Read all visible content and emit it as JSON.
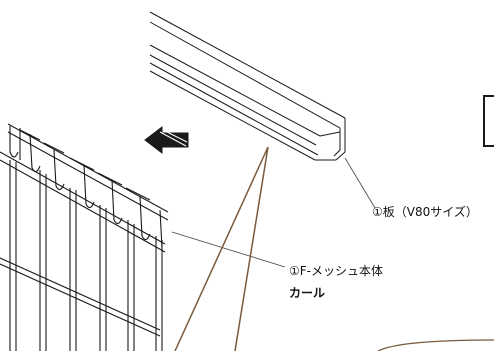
{
  "labels": {
    "board": "①板（V80サイズ）",
    "mesh_body": "①F-メッシュ本体",
    "curl": "カール"
  },
  "colors": {
    "line": "#1a1a1a",
    "leader_brown": "#7a5a3c",
    "background": "#ffffff"
  },
  "icons": {
    "direction_arrow": "left-arrow-icon"
  }
}
